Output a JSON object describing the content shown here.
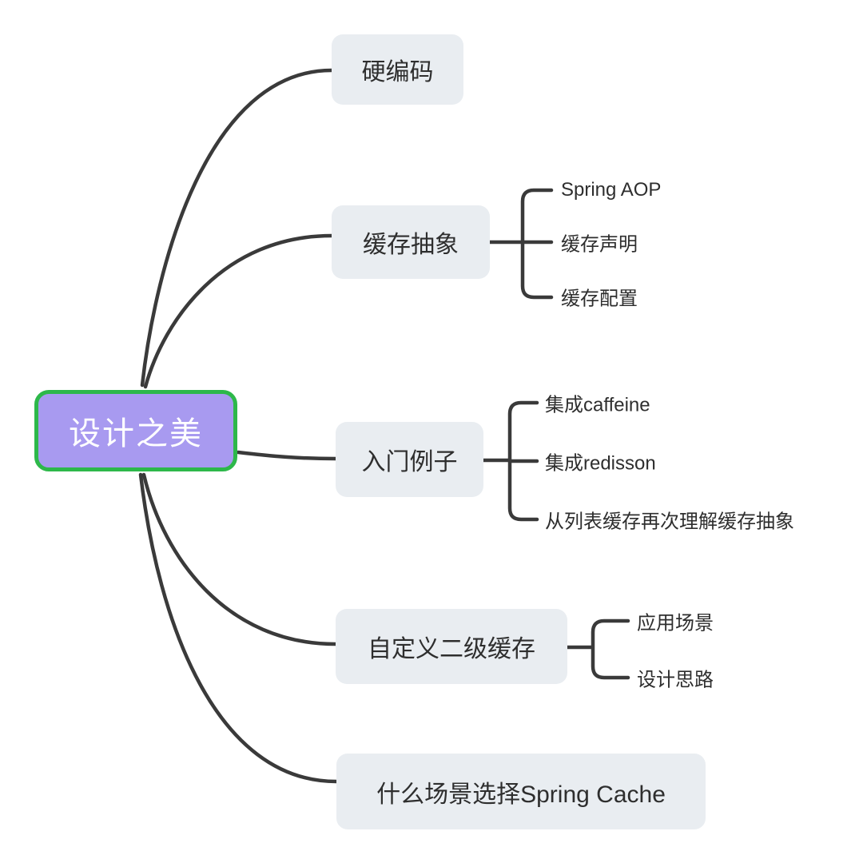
{
  "title": "Spring Cache mind map",
  "root": {
    "label": "设计之美"
  },
  "branches": [
    {
      "label": "硬编码",
      "children": []
    },
    {
      "label": "缓存抽象",
      "children": [
        "Spring AOP",
        "缓存声明",
        "缓存配置"
      ]
    },
    {
      "label": "入门例子",
      "children": [
        "集成caffeine",
        "集成redisson",
        "从列表缓存再次理解缓存抽象"
      ]
    },
    {
      "label": "自定义二级缓存",
      "children": [
        "应用场景",
        "设计思路"
      ]
    },
    {
      "label": "什么场景选择Spring Cache",
      "children": []
    }
  ],
  "colors": {
    "root_fill": "#a89af0",
    "root_border": "#2db84a",
    "root_text": "#ffffff",
    "branch_fill": "#e9edf1",
    "branch_text": "#2e2e2e",
    "connector": "#3a3a3a",
    "background": "#ffffff"
  }
}
